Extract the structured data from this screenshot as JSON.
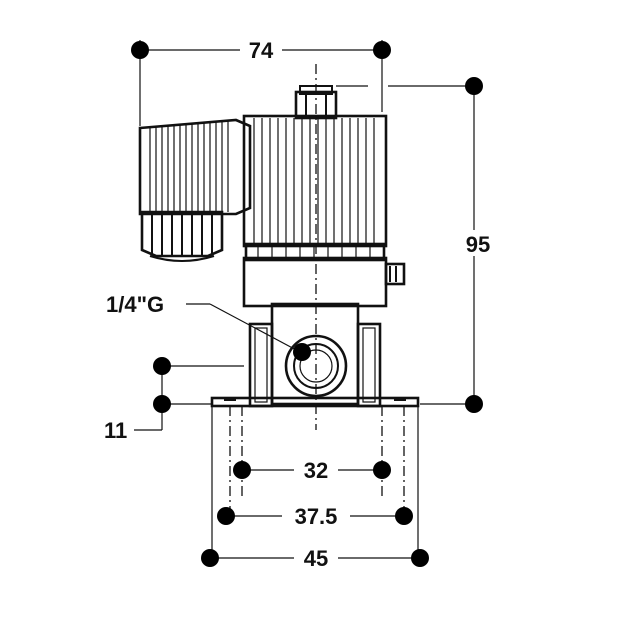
{
  "dimensions": {
    "width_top": "74",
    "height_total": "95",
    "thread": "1/4\"G",
    "base_height": "11",
    "hole_spacing_inner": "32",
    "hole_spacing_mid": "37.5",
    "base_width": "45"
  }
}
